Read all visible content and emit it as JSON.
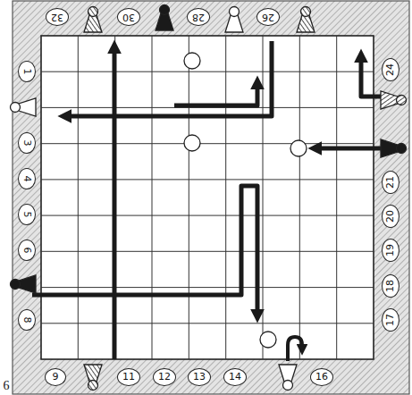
{
  "diagram": {
    "labels": [
      "32",
      "30",
      "28",
      "26",
      "1",
      "24",
      "3",
      "21",
      "4",
      "20",
      "5",
      "19",
      "6",
      "18",
      "8",
      "17",
      "9",
      "11",
      "12",
      "13",
      "14",
      "16",
      "6"
    ]
  }
}
